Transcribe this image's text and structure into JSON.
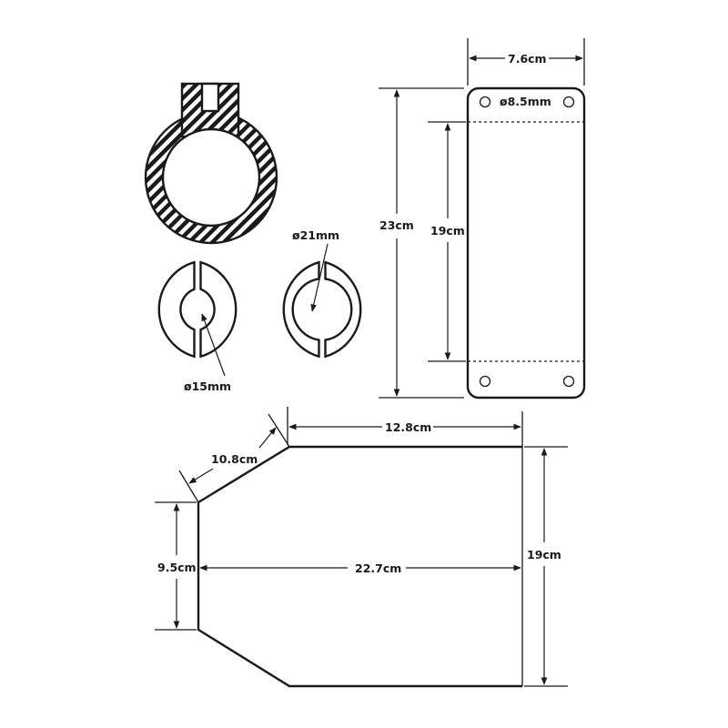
{
  "colors": {
    "line": "#1a1a1a",
    "background": "#ffffff"
  },
  "clamp": {
    "inner_hole_label": "ø15mm",
    "outer_hole_label": "ø21mm"
  },
  "plate": {
    "width_label": "7.6cm",
    "height_label": "23cm",
    "inner_height_label": "19cm",
    "hole_label": "ø8.5mm"
  },
  "flat_pattern": {
    "top_label": "12.8cm",
    "slant_label": "10.8cm",
    "left_label": "9.5cm",
    "length_label": "22.7cm",
    "right_label": "19cm"
  }
}
